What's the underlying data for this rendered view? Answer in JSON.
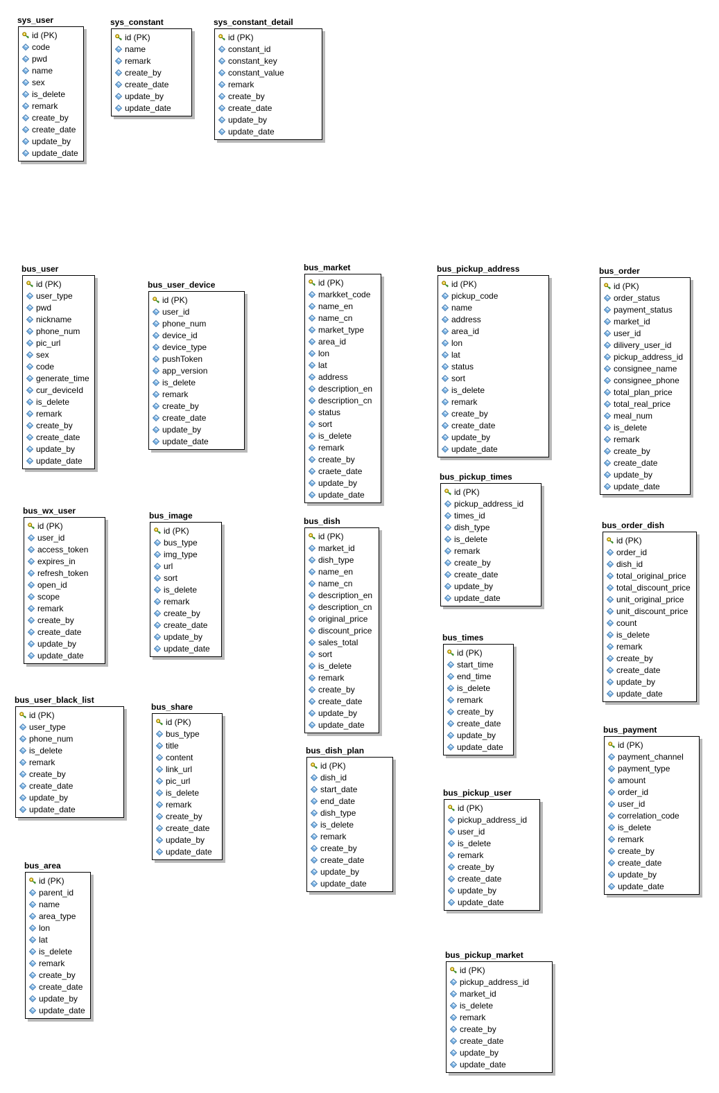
{
  "entities": [
    {
      "name": "sys_user",
      "columns": [
        "id (PK)",
        "code",
        "pwd",
        "name",
        "sex",
        "is_delete",
        "remark",
        "create_by",
        "create_date",
        "update_by",
        "update_date"
      ]
    },
    {
      "name": "sys_constant",
      "columns": [
        "id (PK)",
        "name",
        "remark",
        "create_by",
        "create_date",
        "update_by",
        "update_date"
      ]
    },
    {
      "name": "sys_constant_detail",
      "columns": [
        "id (PK)",
        "constant_id",
        "constant_key",
        "constant_value",
        "remark",
        "create_by",
        "create_date",
        "update_by",
        "update_date"
      ]
    },
    {
      "name": "bus_user",
      "columns": [
        "id (PK)",
        "user_type",
        "pwd",
        "nickname",
        "phone_num",
        "pic_url",
        "sex",
        "code",
        "generate_time",
        "cur_deviceId",
        "is_delete",
        "remark",
        "create_by",
        "create_date",
        "update_by",
        "update_date"
      ]
    },
    {
      "name": "bus_user_device",
      "columns": [
        "id (PK)",
        "user_id",
        "phone_num",
        "device_id",
        "device_type",
        "pushToken",
        "app_version",
        "is_delete",
        "remark",
        "create_by",
        "create_date",
        "update_by",
        "update_date"
      ]
    },
    {
      "name": "bus_market",
      "columns": [
        "id (PK)",
        "markket_code",
        "name_en",
        "name_cn",
        "market_type",
        "area_id",
        "lon",
        "lat",
        "address",
        "description_en",
        "description_cn",
        "status",
        "sort",
        "is_delete",
        "remark",
        "create_by",
        "craete_date",
        "update_by",
        "update_date"
      ]
    },
    {
      "name": "bus_pickup_address",
      "columns": [
        "id (PK)",
        "pickup_code",
        "name",
        "address",
        "area_id",
        "lon",
        "lat",
        "status",
        "sort",
        "is_delete",
        "remark",
        "create_by",
        "create_date",
        "update_by",
        "update_date"
      ]
    },
    {
      "name": "bus_order",
      "columns": [
        "id (PK)",
        "order_status",
        "payment_status",
        "market_id",
        "user_id",
        "dilivery_user_id",
        "pickup_address_id",
        "consignee_name",
        "consignee_phone",
        "total_plan_price",
        "total_real_price",
        "meal_num",
        "is_delete",
        "remark",
        "create_by",
        "create_date",
        "update_by",
        "update_date"
      ]
    },
    {
      "name": "bus_pickup_times",
      "columns": [
        "id (PK)",
        "pickup_address_id",
        "times_id",
        "dish_type",
        "is_delete",
        "remark",
        "create_by",
        "create_date",
        "update_by",
        "update_date"
      ]
    },
    {
      "name": "bus_wx_user",
      "columns": [
        "id (PK)",
        "user_id",
        "access_token",
        "expires_in",
        "refresh_token",
        "open_id",
        "scope",
        "remark",
        "create_by",
        "create_date",
        "update_by",
        "update_date"
      ]
    },
    {
      "name": "bus_image",
      "columns": [
        "id (PK)",
        "bus_type",
        "img_type",
        "url",
        "sort",
        "is_delete",
        "remark",
        "create_by",
        "create_date",
        "update_by",
        "update_date"
      ]
    },
    {
      "name": "bus_dish",
      "columns": [
        "id (PK)",
        "market_id",
        "dish_type",
        "name_en",
        "name_cn",
        "description_en",
        "description_cn",
        "original_price",
        "discount_price",
        "sales_total",
        "sort",
        "is_delete",
        "remark",
        "create_by",
        "create_date",
        "update_by",
        "update_date"
      ]
    },
    {
      "name": "bus_order_dish",
      "columns": [
        "id (PK)",
        "order_id",
        "dish_id",
        "total_original_price",
        "total_discount_price",
        "unit_original_price",
        "unit_discount_price",
        "count",
        "is_delete",
        "remark",
        "create_by",
        "create_date",
        "update_by",
        "update_date"
      ]
    },
    {
      "name": "bus_times",
      "columns": [
        "id (PK)",
        "start_time",
        "end_time",
        "is_delete",
        "remark",
        "create_by",
        "create_date",
        "update_by",
        "update_date"
      ]
    },
    {
      "name": "bus_user_black_list",
      "columns": [
        "id (PK)",
        "user_type",
        "phone_num",
        "is_delete",
        "remark",
        "create_by",
        "create_date",
        "update_by",
        "update_date"
      ]
    },
    {
      "name": "bus_share",
      "columns": [
        "id (PK)",
        "bus_type",
        "title",
        "content",
        "link_url",
        "pic_url",
        "is_delete",
        "remark",
        "create_by",
        "create_date",
        "update_by",
        "update_date"
      ]
    },
    {
      "name": "bus_payment",
      "columns": [
        "id (PK)",
        "payment_channel",
        "payment_type",
        "amount",
        "order_id",
        "user_id",
        "correlation_code",
        "is_delete",
        "remark",
        "create_by",
        "create_date",
        "update_by",
        "update_date"
      ]
    },
    {
      "name": "bus_dish_plan",
      "columns": [
        "id (PK)",
        "dish_id",
        "start_date",
        "end_date",
        "dish_type",
        "is_delete",
        "remark",
        "create_by",
        "create_date",
        "update_by",
        "update_date"
      ]
    },
    {
      "name": "bus_pickup_user",
      "columns": [
        "id (PK)",
        "pickup_address_id",
        "user_id",
        "is_delete",
        "remark",
        "create_by",
        "create_date",
        "update_by",
        "update_date"
      ]
    },
    {
      "name": "bus_area",
      "columns": [
        "id (PK)",
        "parent_id",
        "name",
        "area_type",
        "lon",
        "lat",
        "is_delete",
        "remark",
        "create_by",
        "create_date",
        "update_by",
        "update_date"
      ]
    },
    {
      "name": "bus_pickup_market",
      "columns": [
        "id (PK)",
        "pickup_address_id",
        "market_id",
        "is_delete",
        "remark",
        "create_by",
        "create_date",
        "update_by",
        "update_date"
      ]
    }
  ]
}
